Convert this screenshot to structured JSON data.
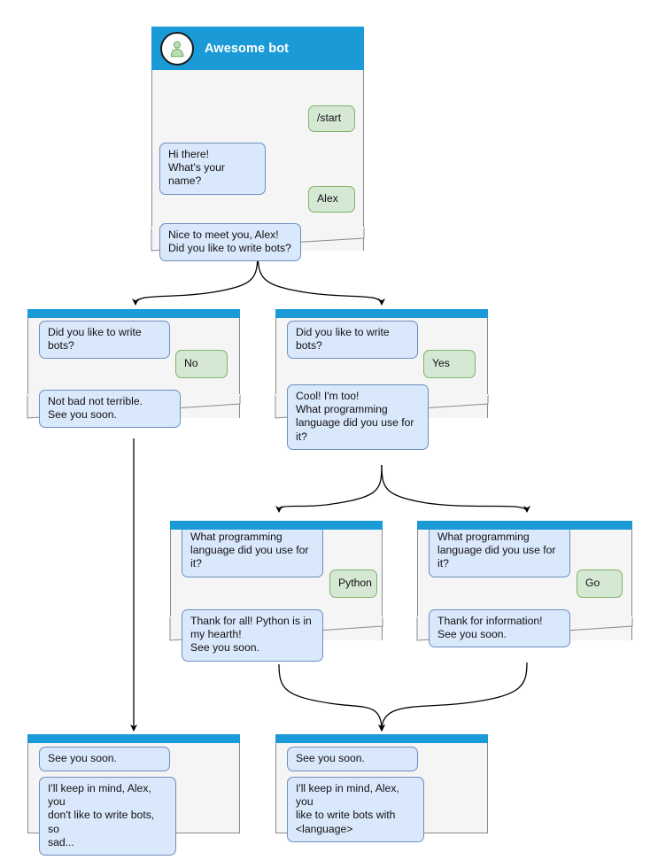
{
  "diagram": {
    "type": "bot-conversation-flowchart",
    "colors": {
      "titlebar": "#1b9ad8",
      "window_bg": "#f5f5f5",
      "bot_bubble_fill": "#dae8fc",
      "bot_bubble_border": "#6c8ebf",
      "user_bubble_fill": "#d5e8d4",
      "user_bubble_border": "#82b366",
      "connector": "#000000"
    },
    "avatar_icon": "person-icon"
  },
  "windows": [
    {
      "id": "root",
      "title": "Awesome bot",
      "has_title": true,
      "messages": [
        {
          "from": "user",
          "text": "/start"
        },
        {
          "from": "bot",
          "text": "Hi there!\nWhat's your name?"
        },
        {
          "from": "user",
          "text": "Alex"
        },
        {
          "from": "bot",
          "text": "Nice to meet you, Alex!\nDid you like to write bots?"
        }
      ]
    },
    {
      "id": "no-branch",
      "title": "",
      "has_title": false,
      "messages": [
        {
          "from": "bot",
          "text": "Did you like to write bots?"
        },
        {
          "from": "user",
          "text": "No"
        },
        {
          "from": "bot",
          "text": "Not bad not terrible.\nSee you soon."
        }
      ]
    },
    {
      "id": "yes-branch",
      "title": "",
      "has_title": false,
      "messages": [
        {
          "from": "bot",
          "text": "Did you like to write bots?"
        },
        {
          "from": "user",
          "text": "Yes"
        },
        {
          "from": "bot",
          "text": "Cool! I'm too!\nWhat programming\nlanguage did you use for it?"
        }
      ]
    },
    {
      "id": "python-branch",
      "title": "",
      "has_title": false,
      "messages": [
        {
          "from": "bot",
          "text": "What programming\nlanguage did you use for it?"
        },
        {
          "from": "user",
          "text": "Python"
        },
        {
          "from": "bot",
          "text": "Thank for all! Python is in\nmy hearth!\nSee you soon."
        }
      ]
    },
    {
      "id": "go-branch",
      "title": "",
      "has_title": false,
      "messages": [
        {
          "from": "bot",
          "text": "What programming\nlanguage did you use for it?"
        },
        {
          "from": "user",
          "text": "Go"
        },
        {
          "from": "bot",
          "text": "Thank for information!\nSee you soon."
        }
      ]
    },
    {
      "id": "end-sad",
      "title": "",
      "has_title": false,
      "messages": [
        {
          "from": "bot",
          "text": "See you soon."
        },
        {
          "from": "bot",
          "text": "I'll keep in mind, Alex, you\ndon't like to write bots, so\nsad..."
        }
      ]
    },
    {
      "id": "end-happy",
      "title": "",
      "has_title": false,
      "messages": [
        {
          "from": "bot",
          "text": "See you soon."
        },
        {
          "from": "bot",
          "text": "I'll keep in mind, Alex, you\nlike to write bots with\n<language>"
        }
      ]
    }
  ]
}
